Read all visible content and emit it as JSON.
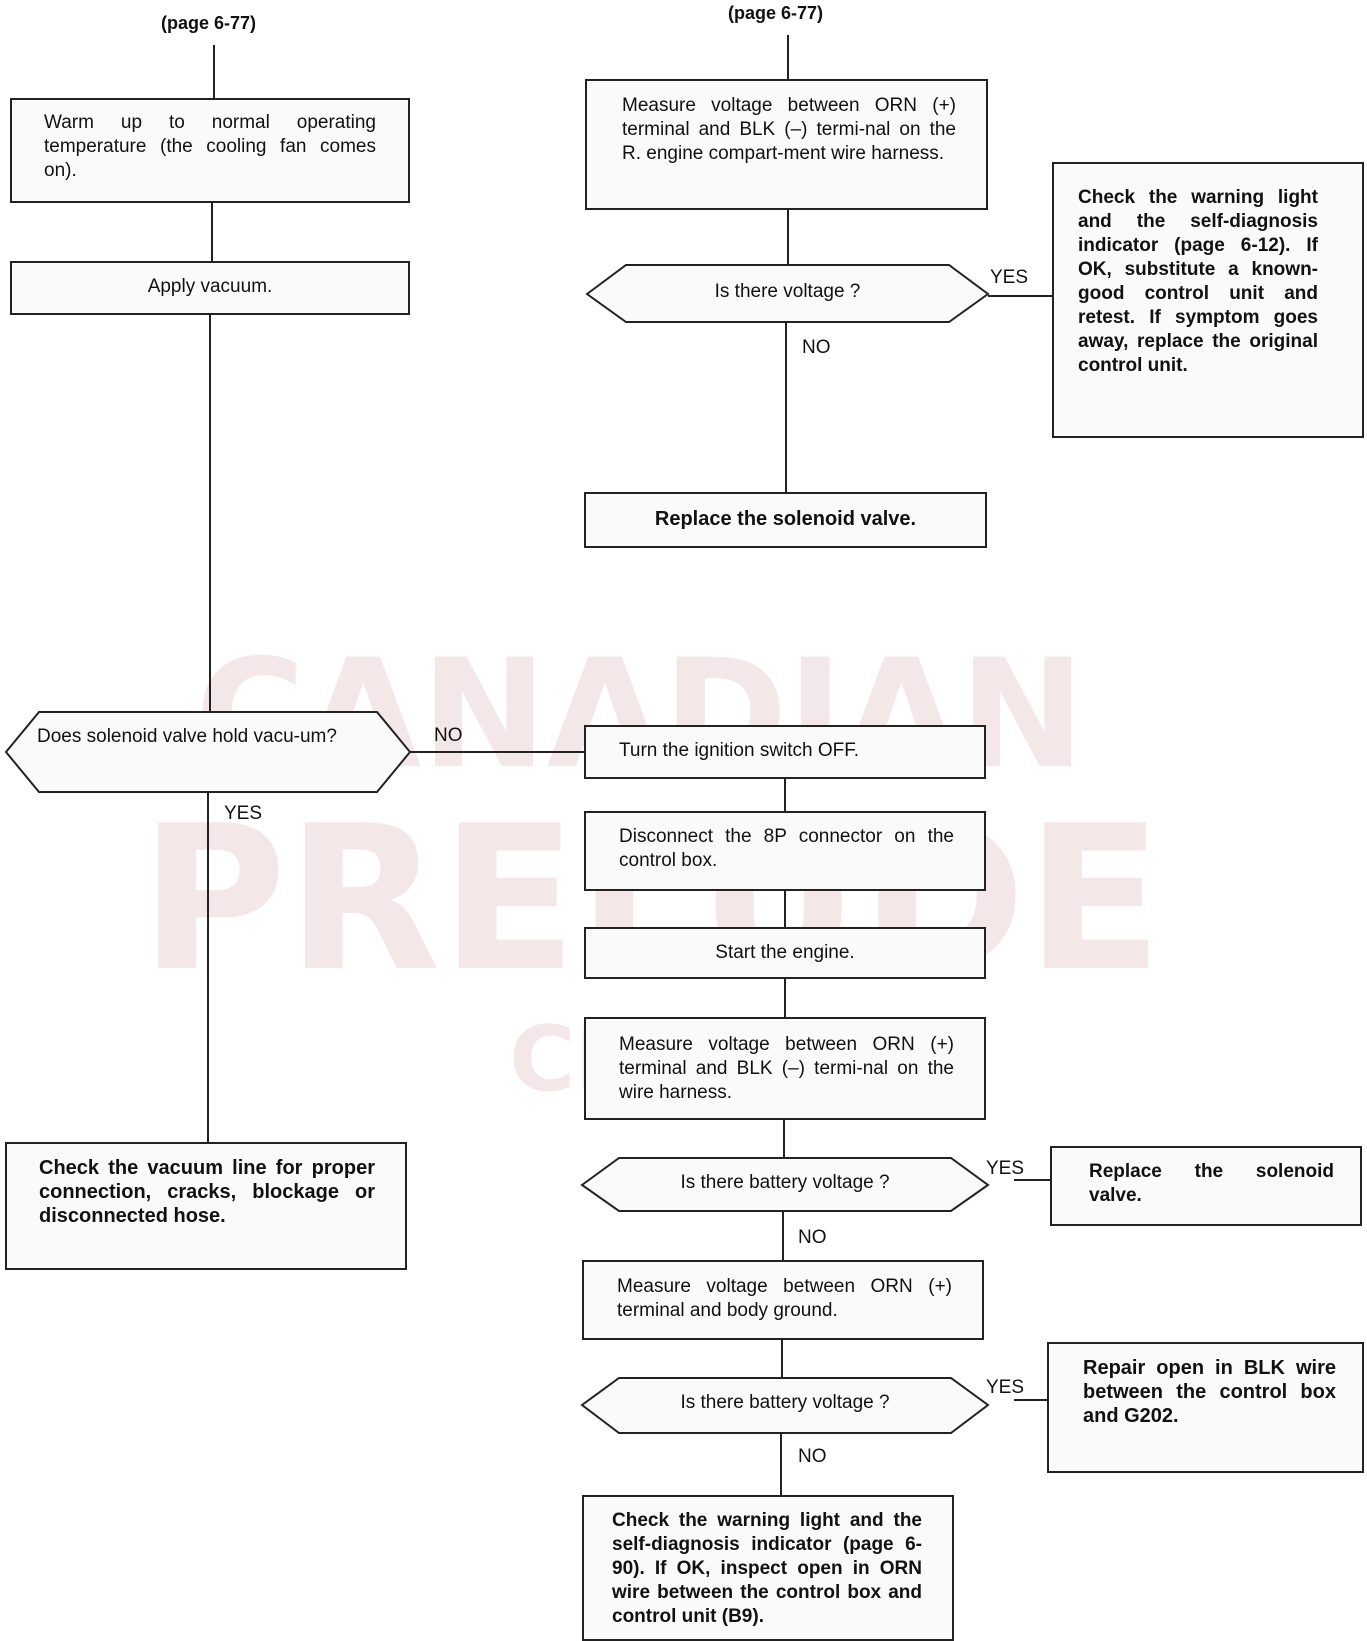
{
  "colors": {
    "line": "#222222",
    "box_fill": "#fafafa",
    "watermark": "#f1dfdf"
  },
  "watermark": {
    "line1": "CANADIAN",
    "line2": "PRELUDE",
    "line3": "CLUB"
  },
  "refs": {
    "left": "(page 6-77)",
    "right": "(page 6-77)"
  },
  "left": {
    "warm_up": "Warm up to normal operating temperature (the cooling fan comes on).",
    "apply_vacuum": "Apply vacuum.",
    "hold_vacuum_q": "Does solenoid valve hold vacu-um?",
    "check_vacuum_line": "Check the vacuum line for proper connection, cracks, blockage or disconnected hose."
  },
  "right_top": {
    "measure_voltage": "Measure voltage between ORN (+) terminal and BLK (–) termi-nal on the R. engine compart-ment wire harness.",
    "is_voltage_q": "Is there voltage ?",
    "check_warning": "Check the warning light and the self-diagnosis indicator (page 6-12). If OK, substitute a known-good control unit and retest. If symptom goes away, replace the original control unit.",
    "replace_solenoid": "Replace the solenoid valve."
  },
  "right_bottom": {
    "ignition_off": "Turn the ignition switch OFF.",
    "disconnect_8p": "Disconnect the 8P connector on the control box.",
    "start_engine": "Start the engine.",
    "measure_wire_harness": "Measure voltage between ORN (+) terminal and BLK (–) termi-nal on the wire harness.",
    "battery_voltage_q1": "Is there battery voltage ?",
    "replace_solenoid2": "Replace the solenoid valve.",
    "measure_body_ground": "Measure voltage between ORN (+) terminal and body ground.",
    "battery_voltage_q2": "Is there battery voltage ?",
    "repair_blk": "Repair open in BLK wire between the control box and G202.",
    "check_warning2": "Check the warning light and the self-diagnosis indicator (page 6-90). If OK, inspect open in ORN wire between the control box and control unit (B9)."
  },
  "labels": {
    "yes": "YES",
    "no": "NO"
  }
}
